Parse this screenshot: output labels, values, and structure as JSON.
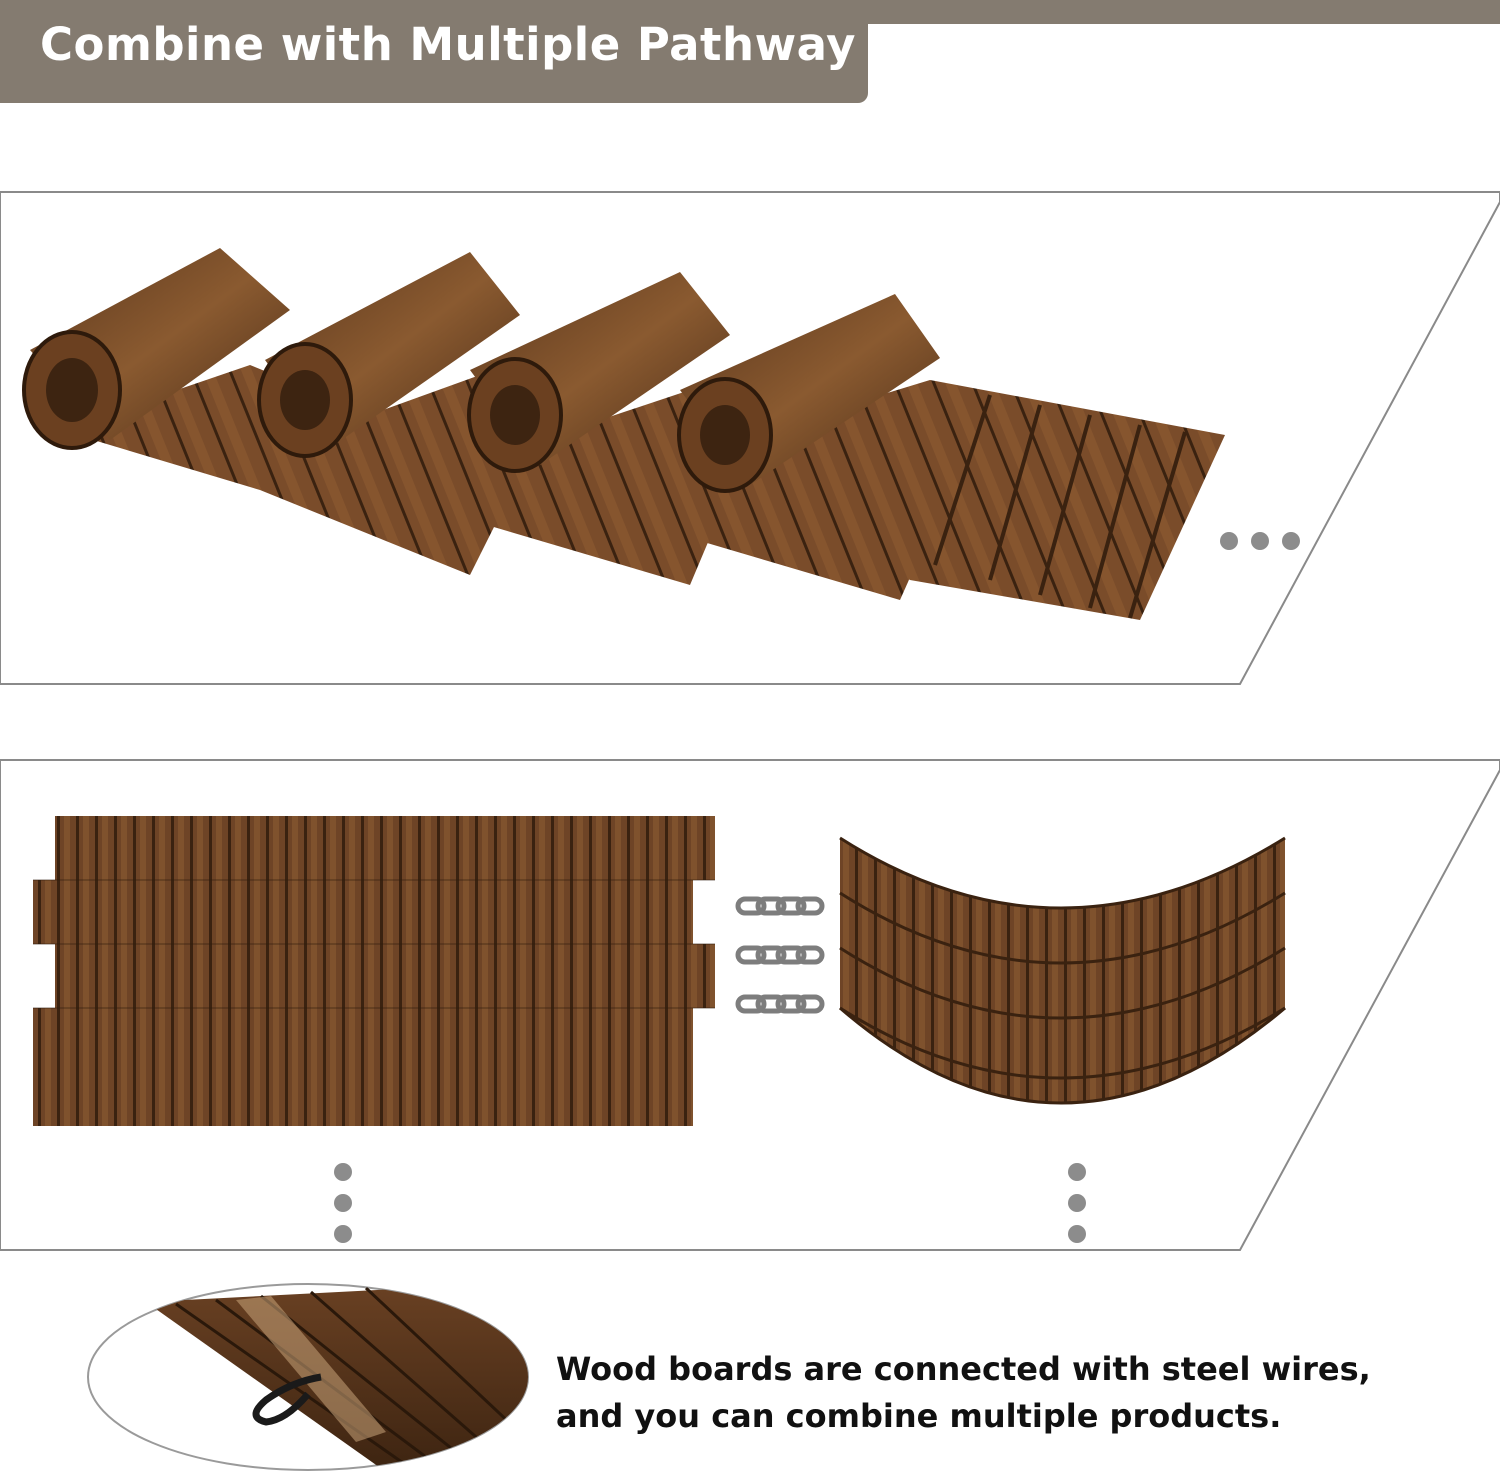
{
  "banner": {
    "title": "Combine with Multiple Pathway",
    "color": "#847b70"
  },
  "description": {
    "line1": "Wood boards are connected with steel wires,",
    "line2": "and you can combine multiple products."
  },
  "colors": {
    "wood_dark": "#4a2c17",
    "wood_mid": "#7a4c2a",
    "wood_light": "#a8743e",
    "panel_border": "#8a8a8a",
    "chain": "#7d7d7d"
  },
  "icons": [
    "ellipsis-dots-icon",
    "chain-link-icon",
    "steel-wire-loop-icon"
  ]
}
